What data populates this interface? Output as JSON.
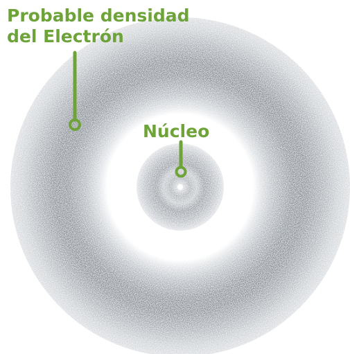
{
  "labels": {
    "electron_density_line1": "Probable densidad",
    "electron_density_line2": "del Electrón",
    "nucleus": "Núcleo"
  },
  "colors": {
    "label_green": "#6ea33a",
    "cloud_gray": "#7d8590",
    "background": "#ffffff"
  }
}
